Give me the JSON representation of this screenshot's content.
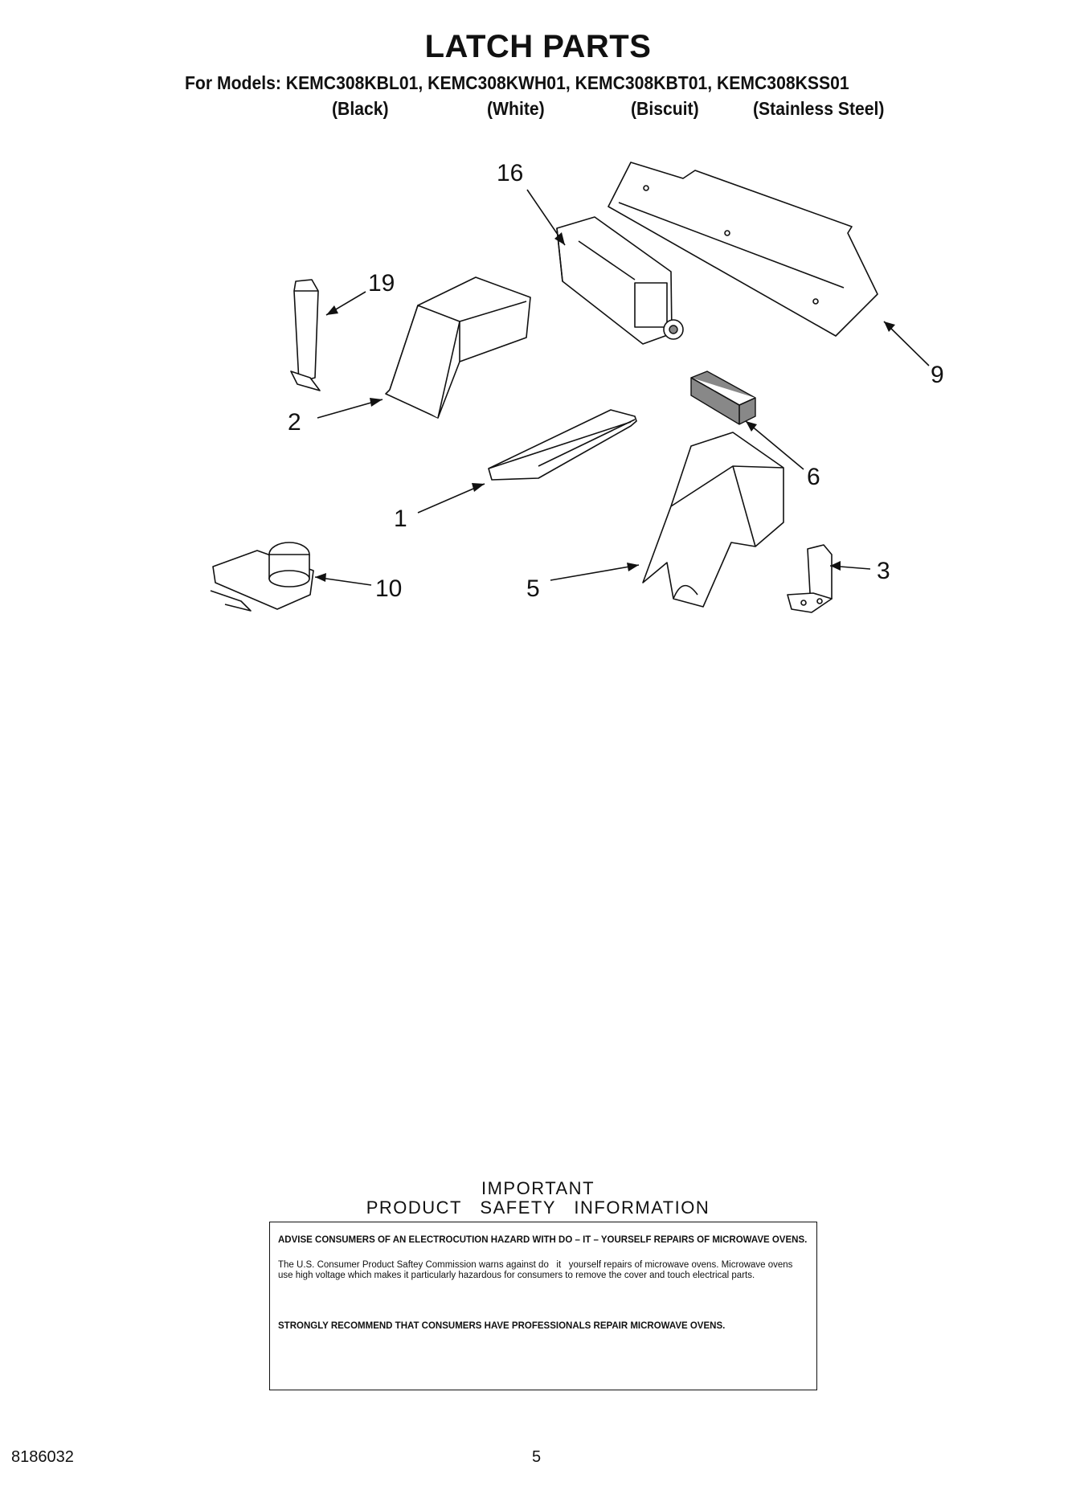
{
  "page": {
    "title": "LATCH PARTS",
    "models_line": "For Models: KEMC308KBL01, KEMC308KWH01, KEMC308KBT01, KEMC308KSS01",
    "colors": [
      "(Black)",
      "(White)",
      "(Biscuit)",
      "(Stainless Steel)"
    ]
  },
  "diagram": {
    "callouts": [
      "16",
      "19",
      "9",
      "2",
      "6",
      "1",
      "10",
      "5",
      "3"
    ]
  },
  "safety": {
    "heading_line1": "IMPORTANT",
    "heading_line2": "PRODUCT   SAFETY   INFORMATION",
    "advise": "ADVISE CONSUMERS OF AN ELECTROCUTION HAZARD WITH DO – IT – YOURSELF REPAIRS OF MICROWAVE OVENS.",
    "body": "The U.S. Consumer Product Saftey Commission warns against do   it   yourself repairs of microwave ovens. Microwave ovens use high voltage which makes it particularly hazardous for consumers to remove the cover and touch electrical parts.",
    "recommend": "STRONGLY RECOMMEND THAT CONSUMERS HAVE PROFESSIONALS REPAIR MICROWAVE OVENS."
  },
  "footer": {
    "doc_number": "8186032",
    "page_number": "5"
  }
}
